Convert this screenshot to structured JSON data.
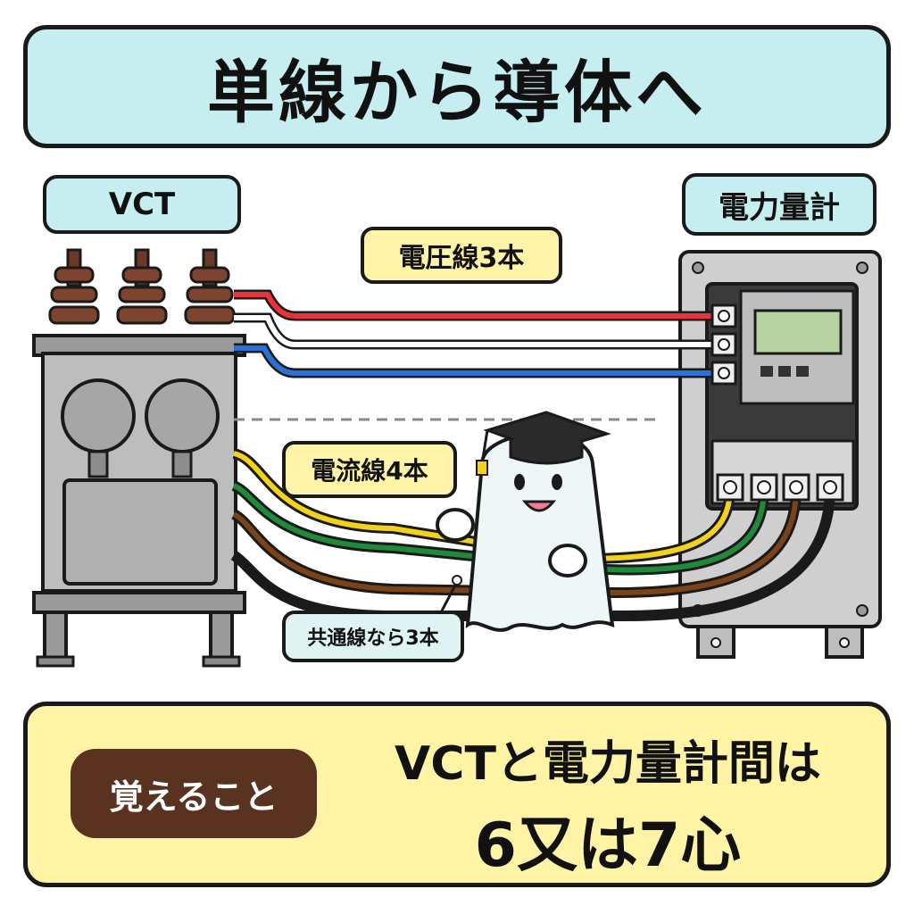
{
  "title": "単線から導体へ",
  "labels": {
    "vct": "VCT",
    "meter": "電力量計",
    "voltage_wires": "電圧線3本",
    "current_wires": "電流線4本",
    "common_wire_note": "共通線なら3本"
  },
  "summary": {
    "memo_label": "覚えること",
    "line1": "VCTと電力量計間は",
    "line2": "6又は7心"
  },
  "wires": {
    "voltage": [
      {
        "color": "#e8333a"
      },
      {
        "color": "#ffffff"
      },
      {
        "color": "#2a72d8"
      }
    ],
    "current": [
      {
        "color": "#f2d21a"
      },
      {
        "color": "#1f8a3a"
      },
      {
        "color": "#7a4318"
      },
      {
        "color": "#1a1a1a"
      }
    ]
  },
  "colors": {
    "accent_cyan": "#c6eef0",
    "accent_yellow": "#fff3a6",
    "pill_brown": "#5a3220"
  }
}
